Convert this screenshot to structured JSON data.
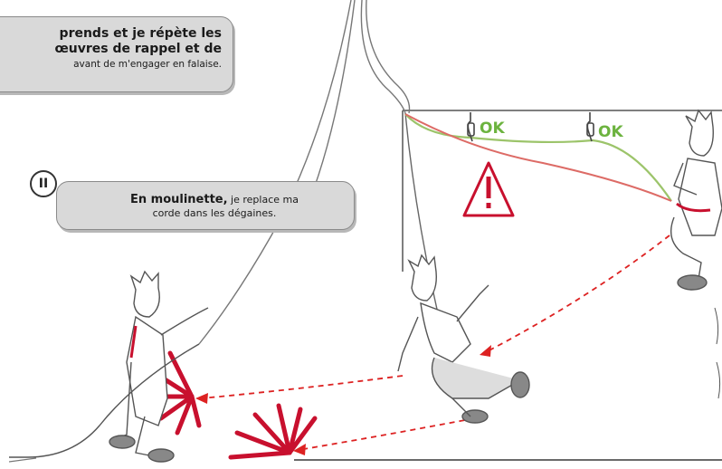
{
  "bubble_top": {
    "line1": "prends et je répète les",
    "line2": "œuvres de rappel et de",
    "line3": "avant de m'engager en falaise."
  },
  "bubble_mid": {
    "step": "II",
    "bold": "En moulinette,",
    "text_a": " je replace ma",
    "text_b": "corde dans les dégaines."
  },
  "labels": {
    "ok_1": "OK",
    "ok_2": "OK"
  },
  "colors": {
    "green_rope": "#8dbb5a",
    "red_rope": "#d9534f",
    "danger": "#c8102e",
    "ok_text": "#6cb33f",
    "line": "#555555"
  }
}
